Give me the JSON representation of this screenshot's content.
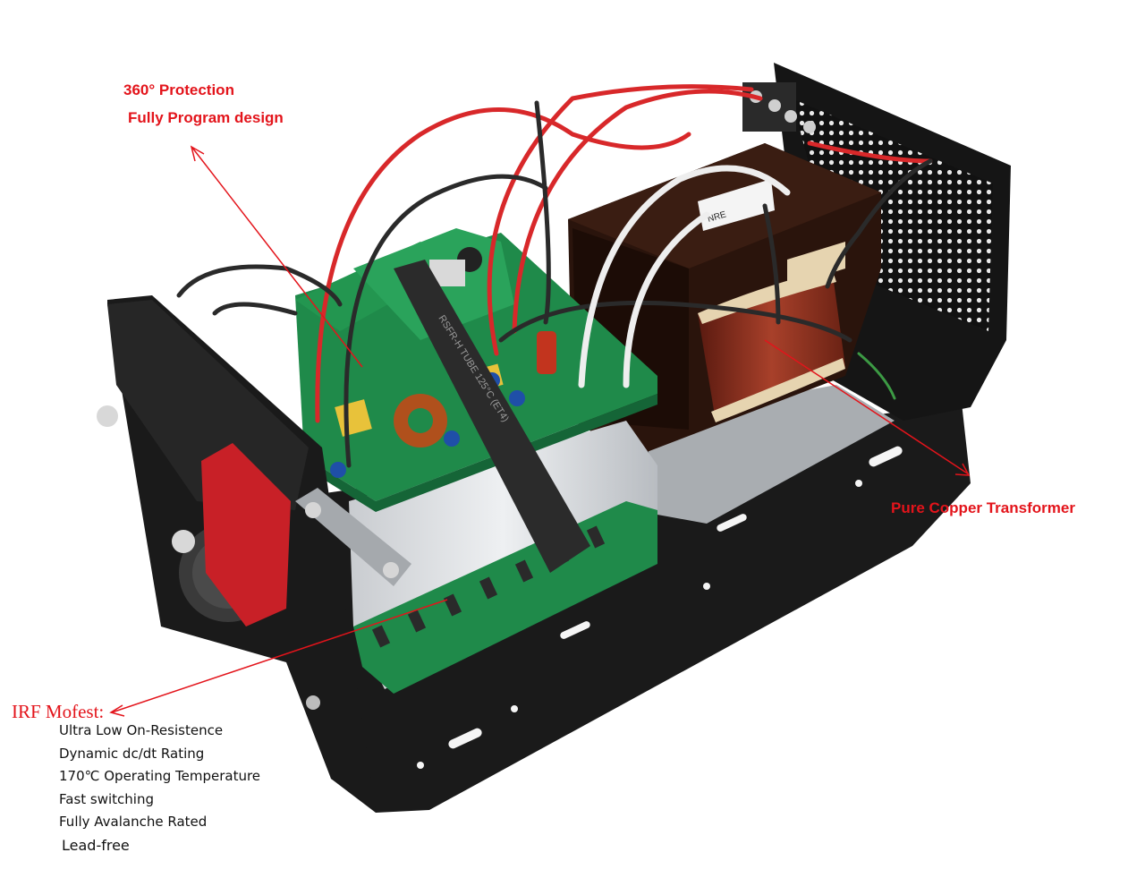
{
  "annotations": {
    "protection": {
      "line1": "360° Protection",
      "line2": "Fully Program design"
    },
    "transformer": "Pure Copper Transformer",
    "mosfet": {
      "title": "IRF Mofest:",
      "features": [
        "Ultra Low On-Resistence",
        "Dynamic dc/dt Rating",
        "170℃ Operating Temperature",
        "Fast switching",
        "Fully Avalanche Rated",
        "Lead-free"
      ]
    }
  },
  "board_texts": {
    "ribbon_print": "RSFR-H TUBE 125°C (ET4)",
    "transformer_tag": "NRE"
  },
  "colors": {
    "annotation": "#e3141b",
    "chassis": "#1a1a1a",
    "pcb": "#1f8a4a",
    "copper": "#8a2a1a",
    "wire_red": "#d8282a"
  }
}
